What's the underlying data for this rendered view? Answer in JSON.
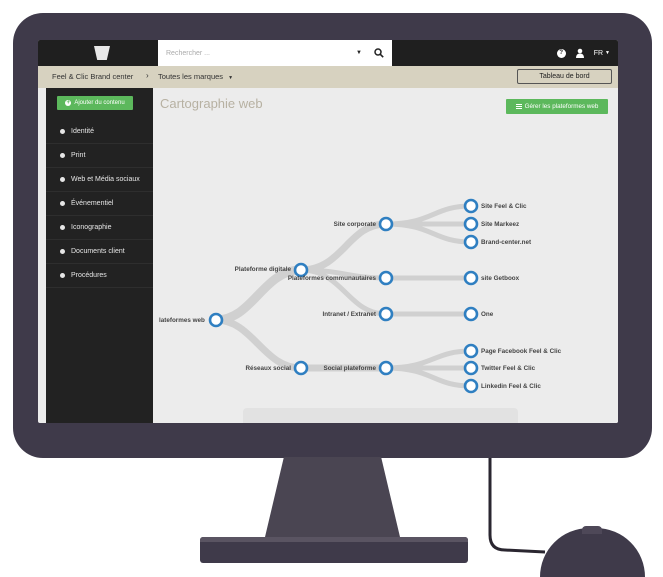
{
  "topbar": {
    "search_placeholder": "Rechercher ...",
    "help_glyph": "?",
    "language": "FR",
    "icons": [
      "logo-icon",
      "chevron-down-icon",
      "search-icon",
      "help-icon",
      "user-icon",
      "language-chevron-icon"
    ]
  },
  "breadcrumb": {
    "items": [
      "Feel & Clic Brand center",
      "Toutes les marques"
    ],
    "separator": "›",
    "dashboard_button": "Tableau de bord"
  },
  "sidebar": {
    "add_button": "Ajouter du contenu",
    "items": [
      {
        "label": "Identité"
      },
      {
        "label": "Print"
      },
      {
        "label": "Web et Média sociaux"
      },
      {
        "label": "Événementiel"
      },
      {
        "label": "Iconographie"
      },
      {
        "label": "Documents client"
      },
      {
        "label": "Procédures"
      }
    ]
  },
  "main": {
    "title": "Cartographie web",
    "manage_button": "Gérer les plateformes web"
  },
  "tree": {
    "root": "lateformes web",
    "level1": [
      "Plateforme digitale",
      "Réseaux social"
    ],
    "level2": [
      "Site corporate",
      "Plateformes communautaires",
      "Intranet / Extranet",
      "Social plateforme"
    ],
    "leaves": [
      "Site Feel & Clic",
      "Site Markeez",
      "Brand-center.net",
      "site Getboox",
      "One",
      "Page Facebook Feel & Clic",
      "Twitter Feel & Clic",
      "Linkedin Feel & Clic"
    ]
  },
  "colors": {
    "frame": "#3f3a4a",
    "accent_green": "#5cb85c",
    "node_blue": "#2f7fc1",
    "link_gray": "#d0d0d0",
    "sidebar_bg": "#222222",
    "crumb_bg": "#d7d2c0"
  }
}
